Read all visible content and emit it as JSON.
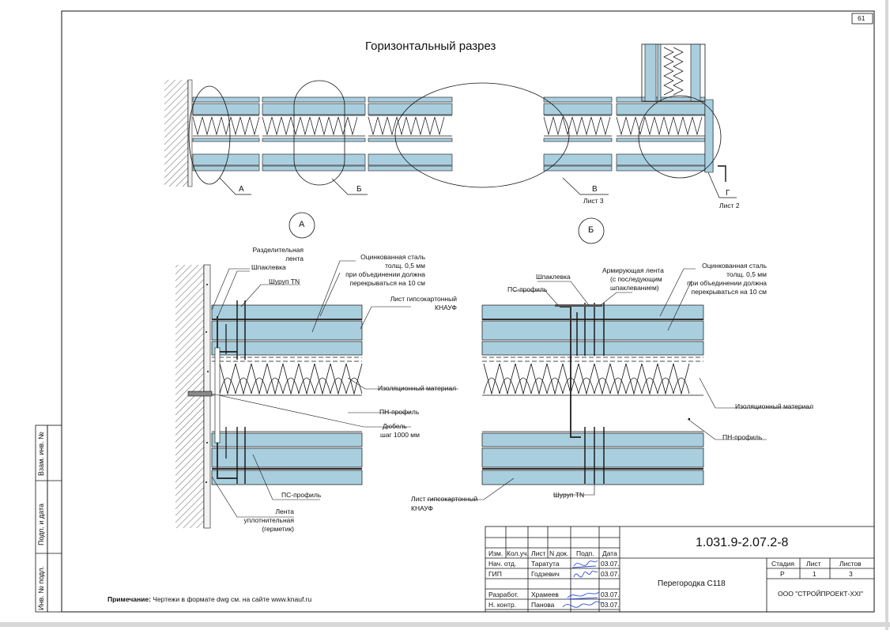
{
  "sheet_number": "61",
  "title": "Горизонтальный разрез",
  "callouts": {
    "a": "А",
    "b": "Б",
    "v": "В",
    "v_sheet": "Лист 3",
    "g": "Г",
    "g_sheet": "Лист 2",
    "circle_a": "А",
    "circle_b": "Б"
  },
  "detail_a": {
    "separating_tape": [
      "Разделительная",
      "лента"
    ],
    "putty": "Шпаклевка",
    "screw_tn": "Шуруп TN",
    "galv_steel": [
      "Оцинкованная сталь",
      "толщ. 0,5 мм",
      "при объединении должна",
      "перекрываться на 10 см"
    ],
    "gypsum_sheet": [
      "Лист гипсокартонный",
      "КНАУФ"
    ],
    "insulation": "Изоляционный материал",
    "pn_profile": "ПН-профиль",
    "dowel": [
      "Дюбель",
      "шаг 1000 мм"
    ],
    "ps_profile": "ПС-профиль",
    "sealing_tape": [
      "Лента",
      "уплотнительная",
      "(герметик)"
    ]
  },
  "detail_b": {
    "putty": "Шпаклевка",
    "reinforcing_tape": [
      "Армирующая лента",
      "(с последующим",
      "шпаклеванием)"
    ],
    "galv_steel": [
      "Оцинкованная сталь",
      "толщ. 0,5 мм",
      "при объединении должна",
      "перекрываться на 10 см"
    ],
    "ps_profile": "ПС-профиль",
    "insulation": "Изоляционный материал",
    "pn_profile": "ПН-профиль",
    "gypsum_sheet": [
      "Лист гипсокартонный",
      "КНАУФ"
    ],
    "screw_tn": "Шуруп TN"
  },
  "note": {
    "label": "Примечание:",
    "text": " Чертежи в формате dwg см. на сайте www.knauf.ru"
  },
  "side_stamp": [
    "Взам. инв. №",
    "Подп. и дата",
    "Инв. № подл."
  ],
  "title_block": {
    "doc_code": "1.031.9-2.07.2-8",
    "name": "Перегородка С118",
    "org": "ООО \"СТРОЙПРОЕКТ-XXI\"",
    "headers": [
      "Изм.",
      "Кол.уч.",
      "Лист",
      "N док.",
      "Подп.",
      "Дата"
    ],
    "stage_headers": [
      "Стадия",
      "Лист",
      "Листов"
    ],
    "stage_values": [
      "Р",
      "1",
      "3"
    ],
    "rows": [
      {
        "role": "Нач. отд.",
        "name": "Таратута",
        "date": "03.07."
      },
      {
        "role": "ГИП",
        "name": "Годзевич",
        "date": "03.07."
      },
      {
        "role": "Разработ.",
        "name": "Храмеев",
        "date": "03.07."
      },
      {
        "role": "Н. контр.",
        "name": "Панова",
        "date": "03.07."
      }
    ]
  },
  "colors": {
    "board": "#a9cfdf",
    "steel": "#444444",
    "line": "#111111"
  }
}
